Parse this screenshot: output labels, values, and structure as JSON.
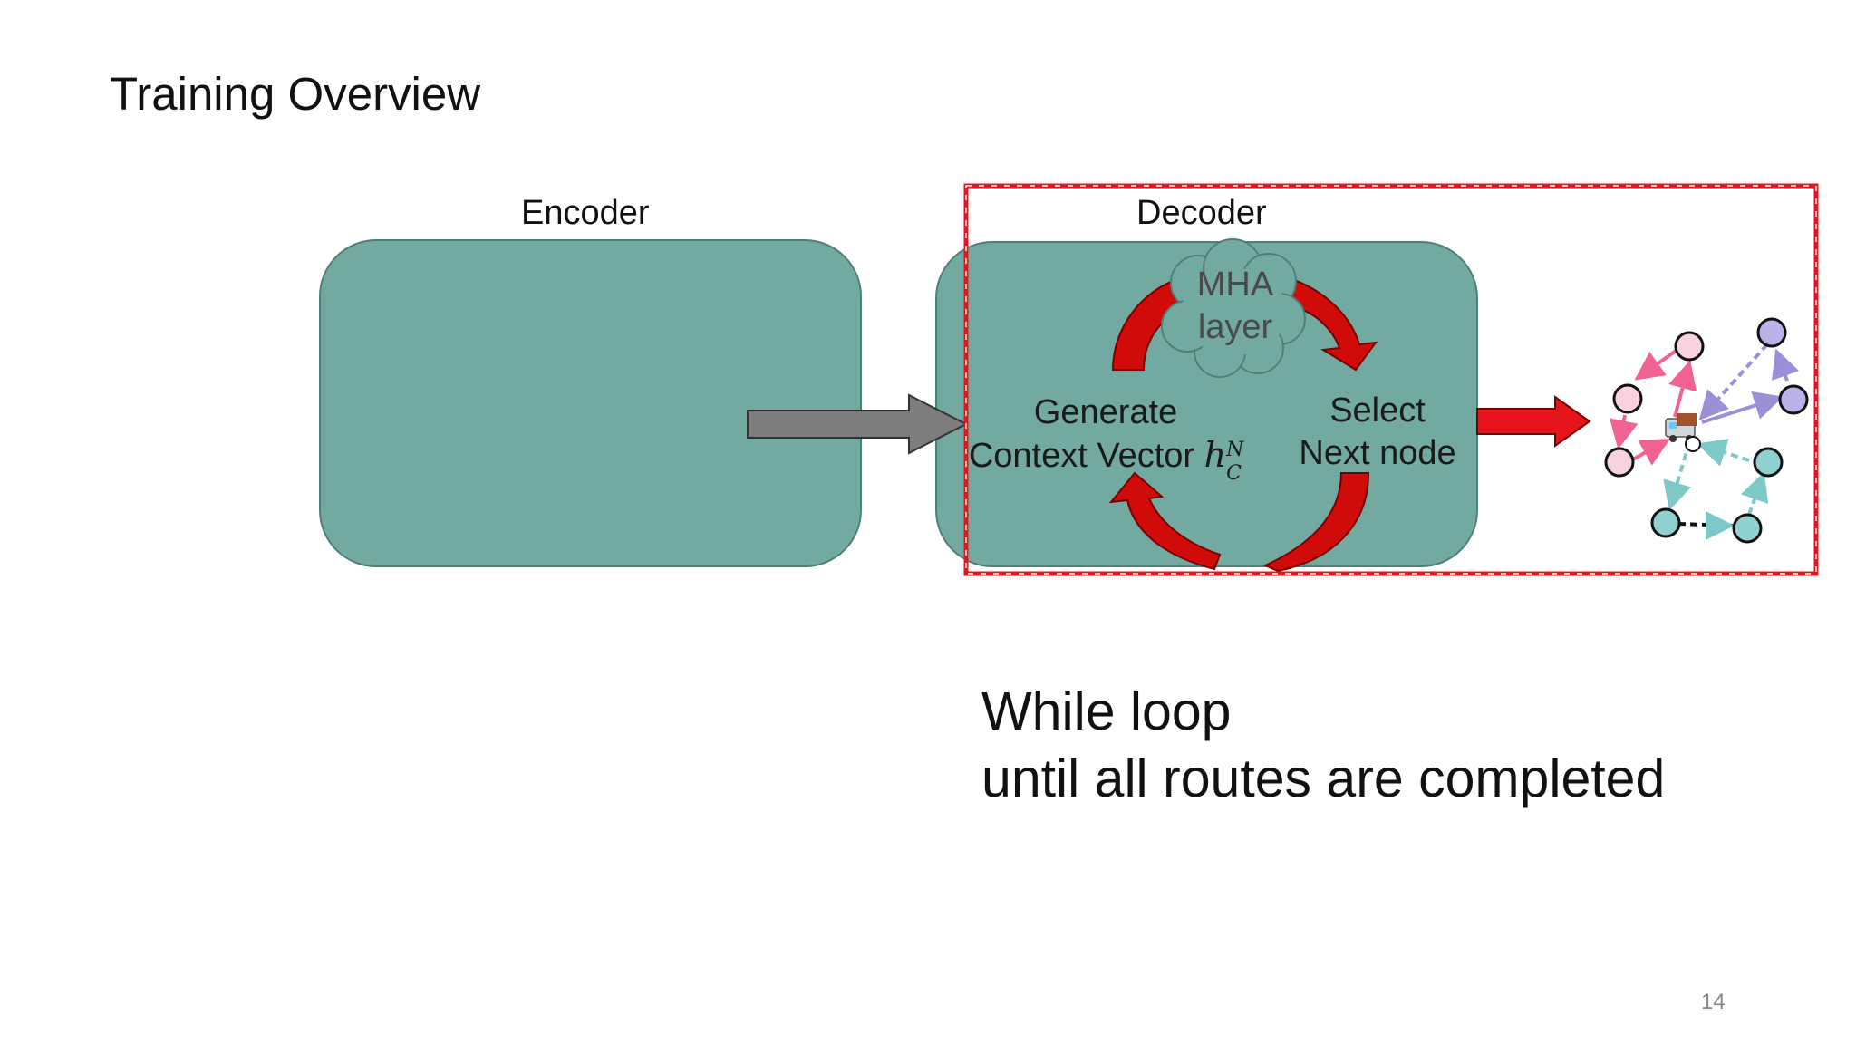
{
  "slide": {
    "title": "Training Overview",
    "page_number": "14"
  },
  "diagram": {
    "encoder_label": "Encoder",
    "decoder_label": "Decoder",
    "mha_line1": "MHA",
    "mha_line2": "layer",
    "generate_line1": "Generate",
    "generate_line2": "Context Vector",
    "context_symbol": "h",
    "context_sup": "N",
    "context_sub": "C",
    "select_line1": "Select",
    "select_line2": "Next node"
  },
  "loop_note": {
    "line1": "While loop",
    "line2": "until all routes are completed"
  },
  "colors": {
    "block_fill": "#72aaa1",
    "block_stroke": "#4f7f78",
    "highlight_red": "#e8141b",
    "arrow_red": "#d10a0a",
    "arrow_gray": "#7d7d7d",
    "route_pink": "#f06292",
    "route_purple": "#9c8fd8",
    "route_teal": "#7ec8c8"
  },
  "graph_nodes": [
    {
      "name": "node-pink-1",
      "color": "#f8d3df"
    },
    {
      "name": "node-pink-2",
      "color": "#f8d3df"
    },
    {
      "name": "node-pink-3",
      "color": "#f8d3df"
    },
    {
      "name": "node-purple-1",
      "color": "#b9b2e8"
    },
    {
      "name": "node-purple-2",
      "color": "#b9b2e8"
    },
    {
      "name": "node-teal-1",
      "color": "#8fd0d0"
    },
    {
      "name": "node-teal-2",
      "color": "#8fd0d0"
    },
    {
      "name": "node-teal-3",
      "color": "#8fd0d0"
    }
  ]
}
